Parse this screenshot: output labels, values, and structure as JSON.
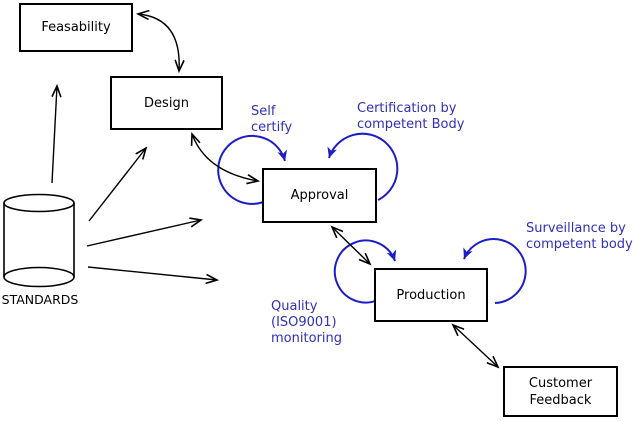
{
  "diagram_title": "",
  "boxes": {
    "feasability": {
      "label": "Feasability"
    },
    "design": {
      "label": "Design"
    },
    "approval": {
      "label": "Approval"
    },
    "production": {
      "label": "Production"
    },
    "customer_feedback": {
      "label": "Customer\nFeedback"
    }
  },
  "datastore": {
    "label": "STANDARDS",
    "shape": "cylinder"
  },
  "annotations": {
    "self_certify": {
      "label": "Self\ncertify"
    },
    "certification": {
      "label": "Certification by\ncompetent Body"
    },
    "surveillance": {
      "label": "Surveillance by\ncompetent body"
    },
    "quality": {
      "label": "Quality\n(ISO9001)\nmonitoring"
    }
  },
  "colors": {
    "annotation_blue": "#3030b8",
    "loop_blue": "#1d1dc8",
    "line_black": "#000000",
    "box_background": "#ffffff"
  }
}
